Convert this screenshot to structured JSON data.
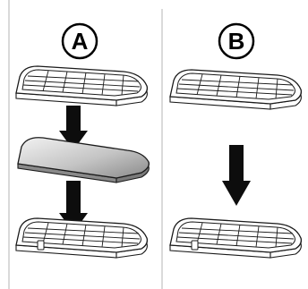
{
  "panels": [
    {
      "label": "A",
      "steps": [
        "upper-filter-tray",
        "solid-shelf-plate",
        "lower-filter-tray"
      ]
    },
    {
      "label": "B",
      "steps": [
        "upper-filter-tray",
        "lower-filter-tray"
      ]
    }
  ],
  "icons": {
    "arrow": "down-arrow-icon",
    "tray": "filter-tray-icon",
    "shelf": "shelf-plate-icon"
  },
  "colors": {
    "line": "#1a1a1a",
    "divider": "#b5b5b5",
    "shelf_light": "#eeeeee",
    "shelf_dark": "#8e8e8e",
    "arrow": "#0d0d0d"
  }
}
